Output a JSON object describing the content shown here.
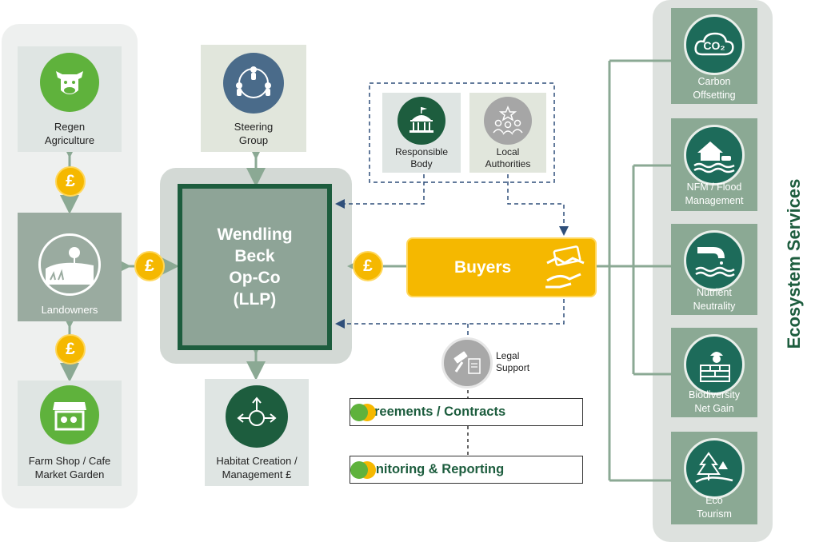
{
  "nodes": {
    "regen": "Regen\nAgriculture",
    "landowners": "Landowners",
    "farm_shop": "Farm Shop / Cafe\nMarket Garden",
    "steering": "Steering\nGroup",
    "opco": "Wendling\nBeck\nOp-Co\n(LLP)",
    "habitat": "Habitat Creation /\nManagement £",
    "responsible_body": "Responsible\nBody",
    "local_authorities": "Local\nAuthorities",
    "buyers": "Buyers",
    "legal_support": "Legal\nSupport",
    "agreements": "Agreements / Contracts",
    "monitoring": "Monitoring & Reporting"
  },
  "pound_symbol": "£",
  "ecosystem": {
    "title": "Ecosystem Services",
    "co2": "CO₂",
    "items": [
      "Carbon\nOffsetting",
      "NFM / Flood\nManagement",
      "Nutrient\nNeutrality",
      "Biodiversity\nNet Gain",
      "Eco\nTourism"
    ]
  },
  "colors": {
    "dark_green": "#1d5d3e",
    "teal": "#1d6b5a",
    "sage": "#8ba994",
    "grey_green": "#9aaba0",
    "gold": "#f5b800",
    "steel_blue": "#4a6b8a"
  }
}
